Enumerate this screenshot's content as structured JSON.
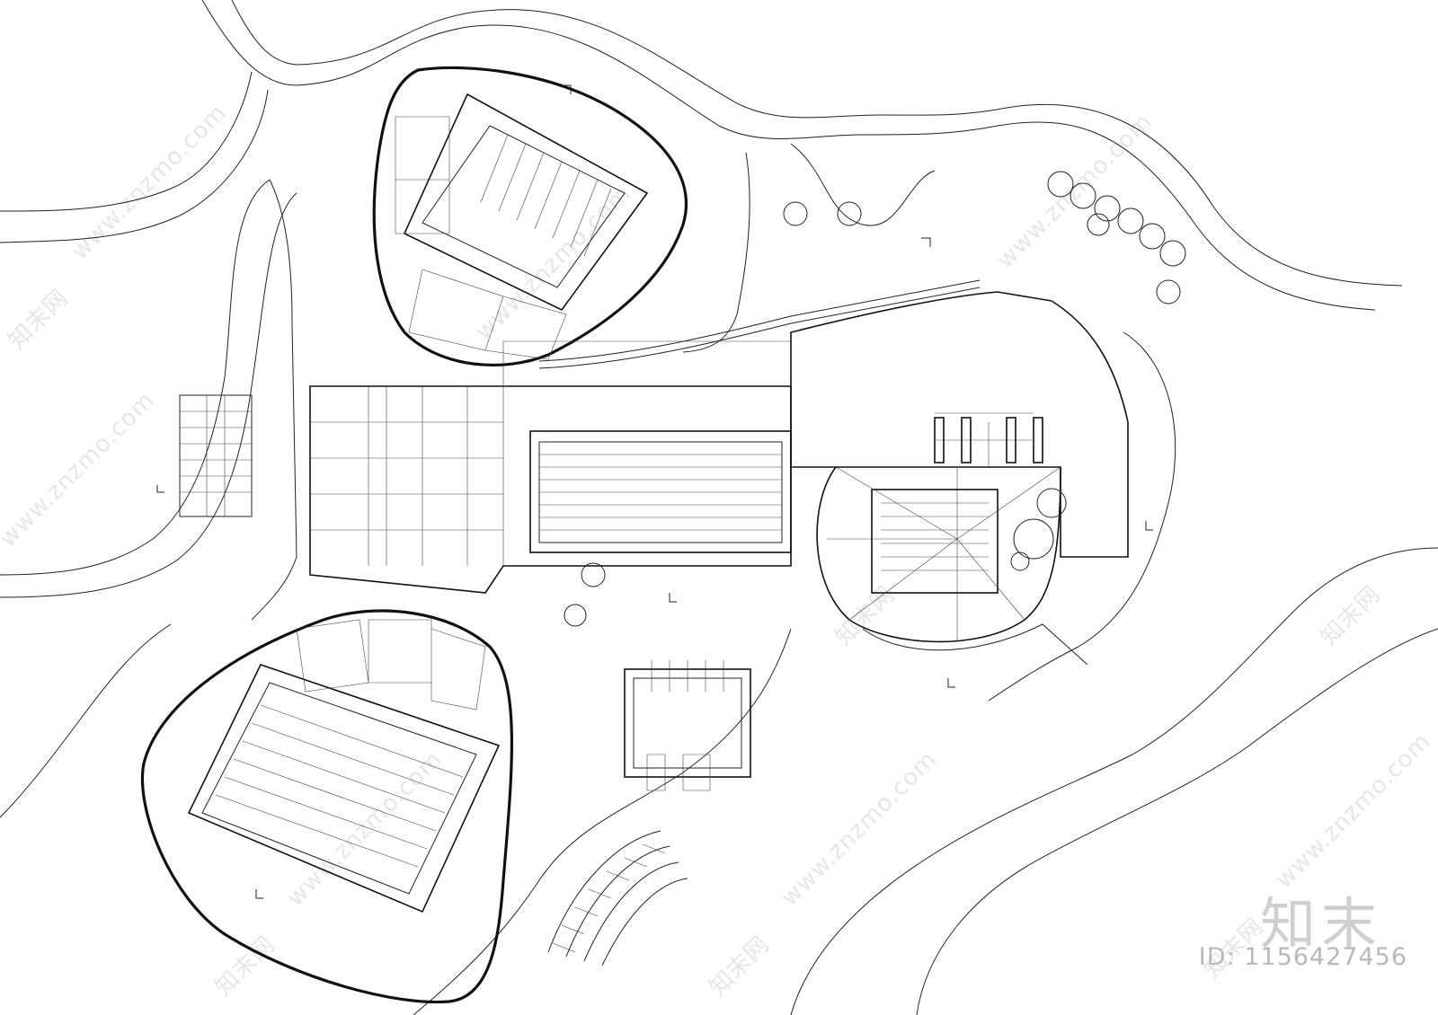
{
  "watermark": {
    "brand": "知末",
    "id_text": "ID: 1156427456",
    "site": "www.znzmo.com",
    "site_cn": "知末网"
  },
  "colors": {
    "line": "#222222",
    "watermark": "#e6e6e6",
    "background": "#ffffff"
  }
}
